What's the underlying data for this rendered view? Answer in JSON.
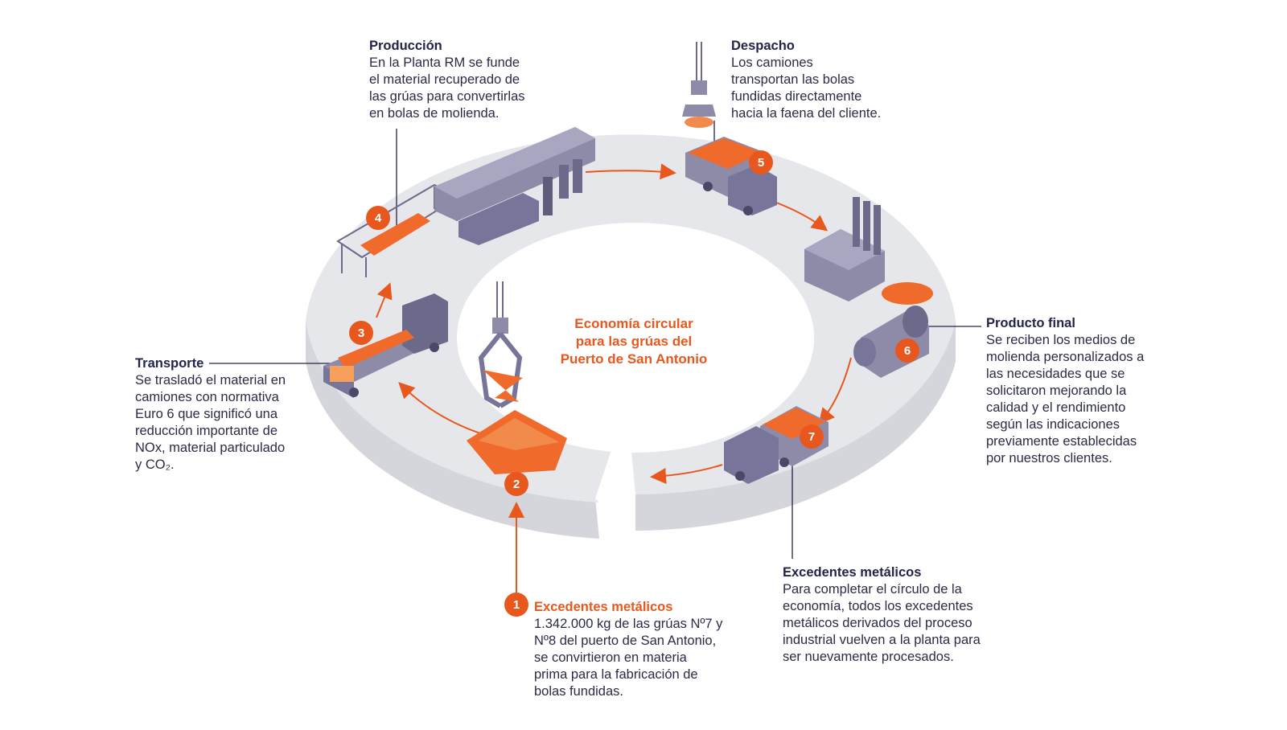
{
  "center_title": "Economía circular\npara las grúas del\nPuerto de San Antonio",
  "steps": [
    {
      "num": "1",
      "title": "Excedentes metálicos",
      "body": "1.342.000 kg de las grúas Nº7 y\nNº8 del puerto de San Antonio,\nse convirtieron en materia\nprima para la fabricación de\nbolas fundidas."
    },
    {
      "num": "2"
    },
    {
      "num": "3",
      "title": "Transporte",
      "body": "Se trasladó el material en\ncamiones con normativa\nEuro 6 que significó una\nreducción importante de\nNOx, material particulado\ny CO₂."
    },
    {
      "num": "4",
      "title": "Producción",
      "body": "En la Planta RM se funde\nel material recuperado de\nlas grúas para convertirlas\nen bolas de molienda."
    },
    {
      "num": "5",
      "title": "Despacho",
      "body": "Los camiones\ntransportan las bolas\nfundidas directamente\nhacia la faena del cliente."
    },
    {
      "num": "6",
      "title": "Producto final",
      "body": "Se reciben los medios de\nmolienda personalizados a\nlas necesidades que se\nsolicitaron mejorando la\ncalidad y el rendimiento\nsegún las indicaciones\npreviamente establecidas\npor nuestros clientes."
    },
    {
      "num": "7",
      "title": "Excedentes metálicos",
      "body": "Para completar el círculo de la\neconomía, todos los excedentes\nmetálicos derivados del proceso\nindustrial vuelven a la planta para\nser nuevamente procesados."
    }
  ],
  "colors": {
    "accent": "#e8581e",
    "ring_top": "#e6e7eb",
    "ring_side": "#d4d6dc",
    "machine": "#8d8ba8",
    "machine_dark": "#5f5d7c",
    "text_dark": "#23244a"
  },
  "icons": [
    "truck-icon",
    "factory-icon",
    "crane-icon",
    "scrap-pile-icon",
    "ball-mill-icon",
    "crane-magnet-icon"
  ]
}
